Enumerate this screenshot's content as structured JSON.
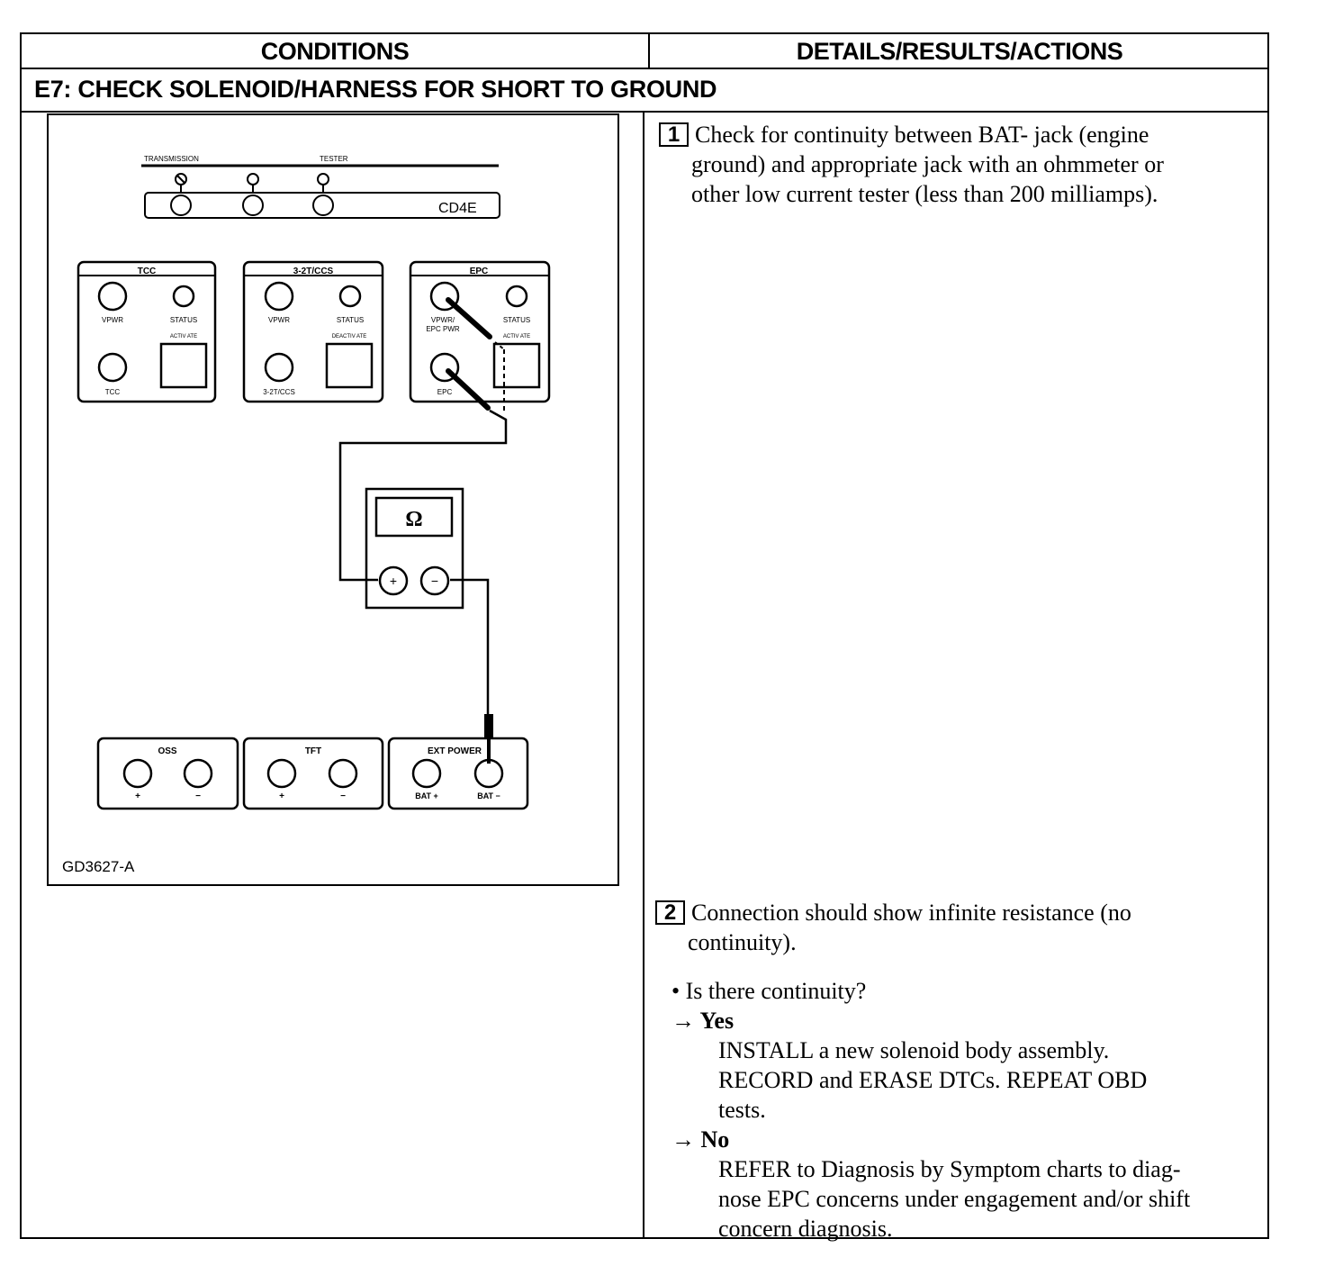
{
  "table": {
    "header_left": "CONDITIONS",
    "header_right": "DETAILS/RESULTS/ACTIONS",
    "section_title": "E7: CHECK SOLENOID/HARNESS FOR SHORT TO GROUND"
  },
  "figure": {
    "label_transmission": "TRANSMISSION",
    "label_tester": "TESTER",
    "label_model": "CD4E",
    "tcc_title": "TCC",
    "tcc_vpwr": "VPWR",
    "tcc_status": "STATUS",
    "tcc_switch": "ACTIV ATE",
    "tcc_jack": "TCC",
    "s32_title": "3-2T/CCS",
    "s32_vpwr": "VPWR",
    "s32_status": "STATUS",
    "s32_switch": "DEACTIV ATE",
    "s32_jack": "3-2T/CCS",
    "epc_title": "EPC",
    "epc_vpwr_1": "VPWR/",
    "epc_vpwr_2": "EPC PWR",
    "epc_status": "STATUS",
    "epc_switch": "ACTIV ATE",
    "epc_jack": "EPC",
    "meter_symbol": "Ω",
    "meter_plus": "+",
    "meter_minus": "−",
    "oss_title": "OSS",
    "oss_plus": "+",
    "oss_minus": "−",
    "tft_title": "TFT",
    "tft_plus": "+",
    "tft_minus": "−",
    "ext_title": "EXT POWER",
    "ext_bat_plus": "BAT +",
    "ext_bat_minus": "BAT −",
    "figure_id": "GD3627-A"
  },
  "steps": {
    "s1_num": "1",
    "s1_line1": "Check for continuity between BAT- jack (engine",
    "s1_line2": "ground) and appropriate jack with an ohmmeter or",
    "s1_line3": "other low current tester (less than 200 milliamps).",
    "s2_num": "2",
    "s2_line1": "Connection should show infinite resistance (no",
    "s2_line2": "continuity).",
    "question": "• Is there continuity?",
    "yes_label": "→ Yes",
    "yes_line1": "INSTALL a new solenoid body assembly.",
    "yes_line2": "RECORD and ERASE DTCs. REPEAT OBD",
    "yes_line3": "tests.",
    "no_label": "→ No",
    "no_line1": "REFER to Diagnosis by Symptom charts to diag-",
    "no_line2": "nose EPC concerns under engagement and/or shift",
    "no_line3": "concern diagnosis."
  }
}
